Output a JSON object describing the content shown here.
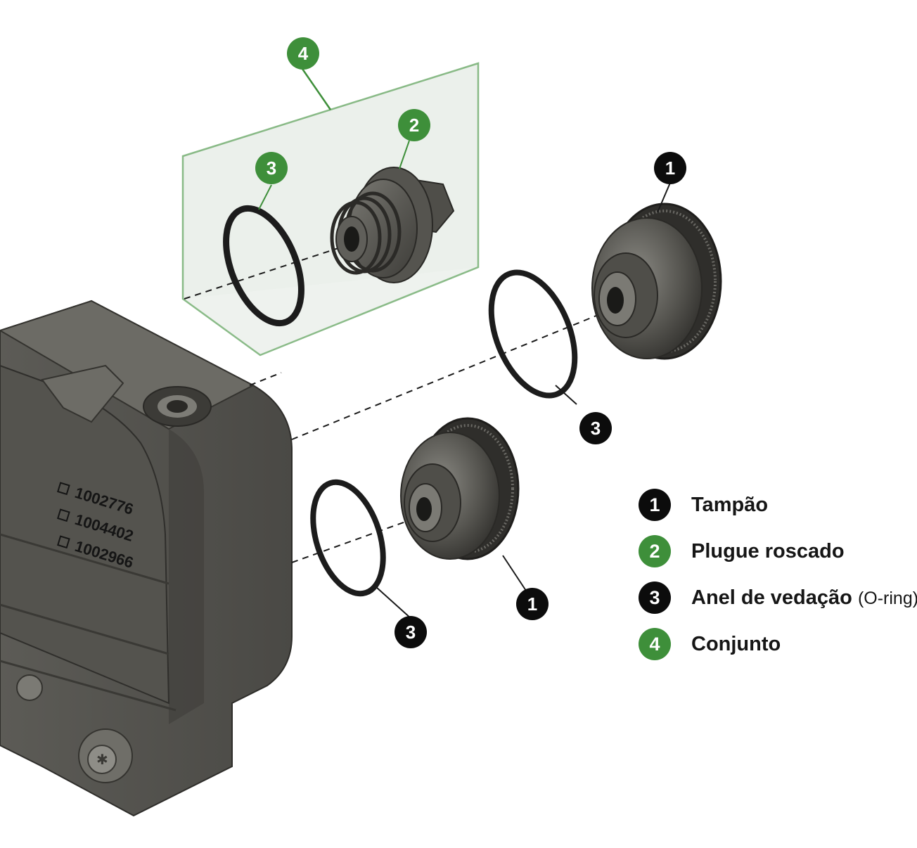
{
  "diagram": {
    "housing": {
      "part_numbers": [
        "1002776",
        "1004402",
        "1002966"
      ]
    },
    "callouts": {
      "cap_upper": "1",
      "cap_lower": "1",
      "plug": "2",
      "oring_kit": "3",
      "oring_upper": "3",
      "oring_lower": "3",
      "kit": "4"
    },
    "colors": {
      "green_accent": "#3e8f3a",
      "black_badge": "#0c0c0c",
      "metal": "#5f5e59"
    }
  },
  "legend": [
    {
      "number": "1",
      "label": "Tampão",
      "note": "",
      "badge_color": "black"
    },
    {
      "number": "2",
      "label": "Plugue roscado",
      "note": "",
      "badge_color": "green"
    },
    {
      "number": "3",
      "label": "Anel de vedação",
      "note": "(O-ring)",
      "badge_color": "black"
    },
    {
      "number": "4",
      "label": "Conjunto",
      "note": "",
      "badge_color": "green"
    }
  ]
}
